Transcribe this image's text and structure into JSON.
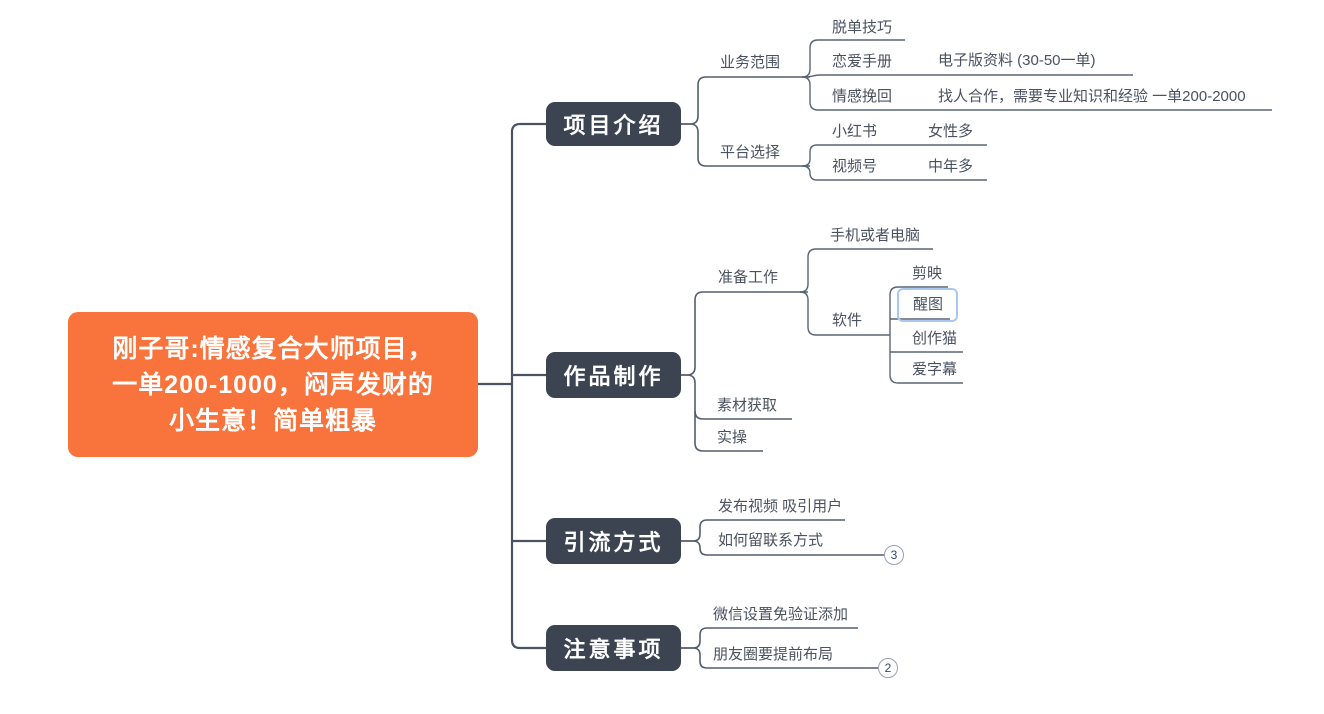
{
  "colors": {
    "root_bg": "#F8743C",
    "root_text": "#FFFFFF",
    "topic_bg": "#3B4450",
    "topic_text": "#FFFFFF",
    "label_text": "#4A5260",
    "line_main": "#4A5363",
    "line_sub": "#5A6575",
    "selection_border": "#A9C8EF",
    "badge_border": "#95A3B3",
    "badge_text": "#254A6E"
  },
  "root": {
    "lines": [
      "刚子哥:情感复合大师项目，",
      "一单200-1000，闷声发财的",
      "小生意！简单粗暴"
    ]
  },
  "topics": {
    "intro": {
      "label": "项目介绍"
    },
    "production": {
      "label": "作品制作"
    },
    "traffic": {
      "label": "引流方式"
    },
    "notes": {
      "label": "注意事项"
    }
  },
  "nodes": {
    "biz_scope": "业务范围",
    "dating_tips": "脱单技巧",
    "love_manual": "恋爱手册",
    "love_manual_note": "电子版资料 (30-50一单)",
    "emotion_recovery": "情感挽回",
    "emotion_recovery_note": "找人合作，需要专业知识和经验 一单200-2000",
    "platform": "平台选择",
    "xiaohongshu": "小红书",
    "xiaohongshu_note": "女性多",
    "shipinhao": "视频号",
    "shipinhao_note": "中年多",
    "prep": "准备工作",
    "device": "手机或者电脑",
    "software": "软件",
    "jianying": "剪映",
    "xingtu": "醒图",
    "chuangzuomao": "创作猫",
    "aizimu": "爱字幕",
    "material": "素材获取",
    "practice": "实操",
    "publish": "发布视频 吸引用户",
    "contact": "如何留联系方式",
    "wechat": "微信设置免验证添加",
    "moments": "朋友圈要提前布局"
  },
  "badges": {
    "contact": "3",
    "moments": "2"
  }
}
